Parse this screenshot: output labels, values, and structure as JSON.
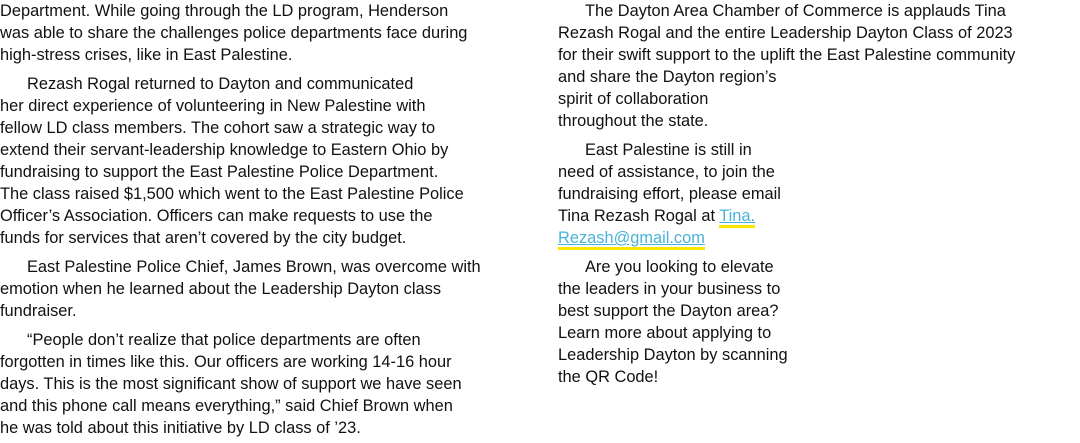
{
  "left_column": {
    "p1": [
      "Department. While going through the LD program, Henderson",
      "was able to share the challenges police departments face during",
      "high-stress crises, like in East Palestine."
    ],
    "p2": [
      "Rezash Rogal returned to Dayton and communicated",
      "her direct experience of volunteering in New Palestine with",
      "fellow LD class members. The cohort saw a strategic way to",
      "extend their servant-leadership knowledge to Eastern Ohio by",
      "fundraising to support the East Palestine Police Department.",
      "The class raised $1,500 which went to the East Palestine Police",
      "Officer’s Association. Officers can make requests to use the",
      "funds for services that aren’t covered by the city budget."
    ],
    "p3": [
      "East Palestine Police Chief, James Brown, was overcome with",
      "emotion when he learned about the Leadership Dayton class",
      "fundraiser."
    ],
    "p4": [
      "“People don’t realize that police departments are often",
      "forgotten in times like this. Our officers are working 14-16 hour",
      "days. This is the most significant show of support we have seen",
      "and this phone call means everything,” said Chief Brown when",
      "he was told about this initiative by LD class of ’23."
    ]
  },
  "right_column": {
    "p1": [
      "The Dayton Area Chamber of Commerce is applauds Tina",
      "Rezash Rogal and the entire Leadership Dayton Class of 2023",
      "for their swift support to the uplift the East Palestine community",
      "and share the Dayton region’s",
      "spirit of collaboration",
      "throughout the state."
    ],
    "p2": [
      "East Palestine is still in",
      "need of assistance, to join the",
      "fundraising effort, please email"
    ],
    "p2_last_prefix": "Tina Rezash Rogal at ",
    "email_part1": "Tina.",
    "email_part2": "Rezash@gmail.com",
    "p3": [
      "Are you looking to elevate",
      "the leaders in your business to",
      "best support the Dayton area?",
      "Learn more about applying to",
      "Leadership Dayton by scanning",
      "the QR Code!"
    ]
  },
  "colors": {
    "text": "#111111",
    "link": "#4ab3d9",
    "highlight": "#ffe600"
  }
}
